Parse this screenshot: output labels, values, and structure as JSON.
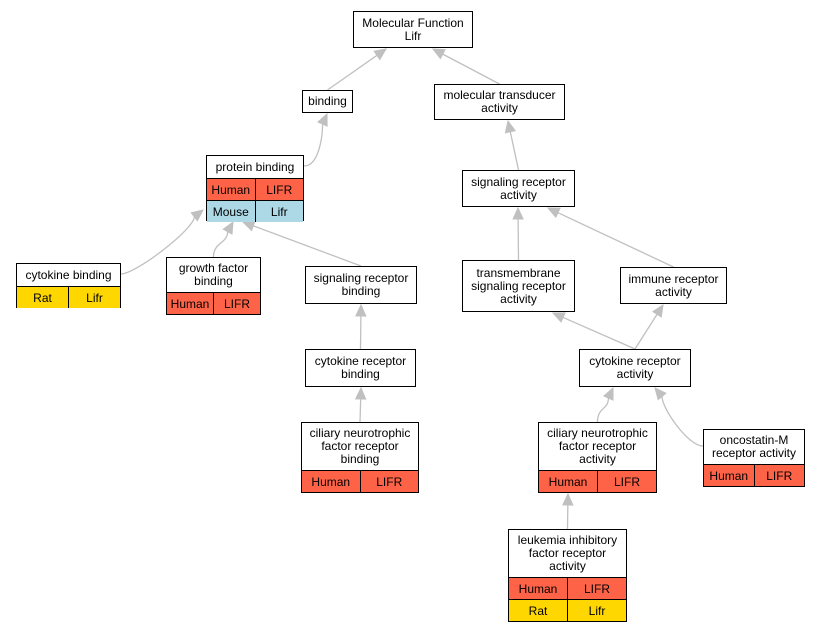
{
  "colors": {
    "Human": "#ff6347",
    "Mouse": "#add8e6",
    "Rat": "#ffd700",
    "edge": "#c0c0c0"
  },
  "nodes": {
    "mf": {
      "title": "Molecular Function\nLifr",
      "tags": []
    },
    "binding": {
      "title": "binding",
      "tags": []
    },
    "mta": {
      "title": "molecular transducer\nactivity",
      "tags": []
    },
    "pb": {
      "title": "protein binding",
      "tags": [
        {
          "species": "Human",
          "gene": "LIFR"
        },
        {
          "species": "Mouse",
          "gene": "Lifr"
        }
      ]
    },
    "sra": {
      "title": "signaling receptor\nactivity",
      "tags": []
    },
    "cb": {
      "title": "cytokine binding",
      "tags": [
        {
          "species": "Rat",
          "gene": "Lifr"
        }
      ]
    },
    "gfb": {
      "title": "growth factor\nbinding",
      "tags": [
        {
          "species": "Human",
          "gene": "LIFR"
        }
      ]
    },
    "srb": {
      "title": "signaling receptor\nbinding",
      "tags": []
    },
    "tsra": {
      "title": "transmembrane\nsignaling receptor\nactivity",
      "tags": []
    },
    "ira": {
      "title": "immune receptor\nactivity",
      "tags": []
    },
    "crb": {
      "title": "cytokine receptor\nbinding",
      "tags": []
    },
    "cra": {
      "title": "cytokine receptor\nactivity",
      "tags": []
    },
    "cnfrb": {
      "title": "ciliary neurotrophic\nfactor receptor\nbinding",
      "tags": [
        {
          "species": "Human",
          "gene": "LIFR"
        }
      ]
    },
    "cnfra": {
      "title": "ciliary neurotrophic\nfactor receptor\nactivity",
      "tags": [
        {
          "species": "Human",
          "gene": "LIFR"
        }
      ]
    },
    "osm": {
      "title": "oncostatin-M\nreceptor activity",
      "tags": [
        {
          "species": "Human",
          "gene": "LIFR"
        }
      ]
    },
    "lifra": {
      "title": "leukemia inhibitory\nfactor receptor\nactivity",
      "tags": [
        {
          "species": "Human",
          "gene": "LIFR"
        },
        {
          "species": "Rat",
          "gene": "Lifr"
        }
      ]
    }
  },
  "edges": [
    [
      "binding",
      "mf"
    ],
    [
      "mta",
      "mf"
    ],
    [
      "pb",
      "binding"
    ],
    [
      "sra",
      "mta"
    ],
    [
      "cb",
      "pb"
    ],
    [
      "gfb",
      "pb"
    ],
    [
      "srb",
      "pb"
    ],
    [
      "tsra",
      "sra"
    ],
    [
      "ira",
      "sra"
    ],
    [
      "crb",
      "srb"
    ],
    [
      "cra",
      "tsra"
    ],
    [
      "cra",
      "ira"
    ],
    [
      "cnfrb",
      "crb"
    ],
    [
      "cnfra",
      "cra"
    ],
    [
      "osm",
      "cra"
    ],
    [
      "lifra",
      "cnfra"
    ]
  ]
}
